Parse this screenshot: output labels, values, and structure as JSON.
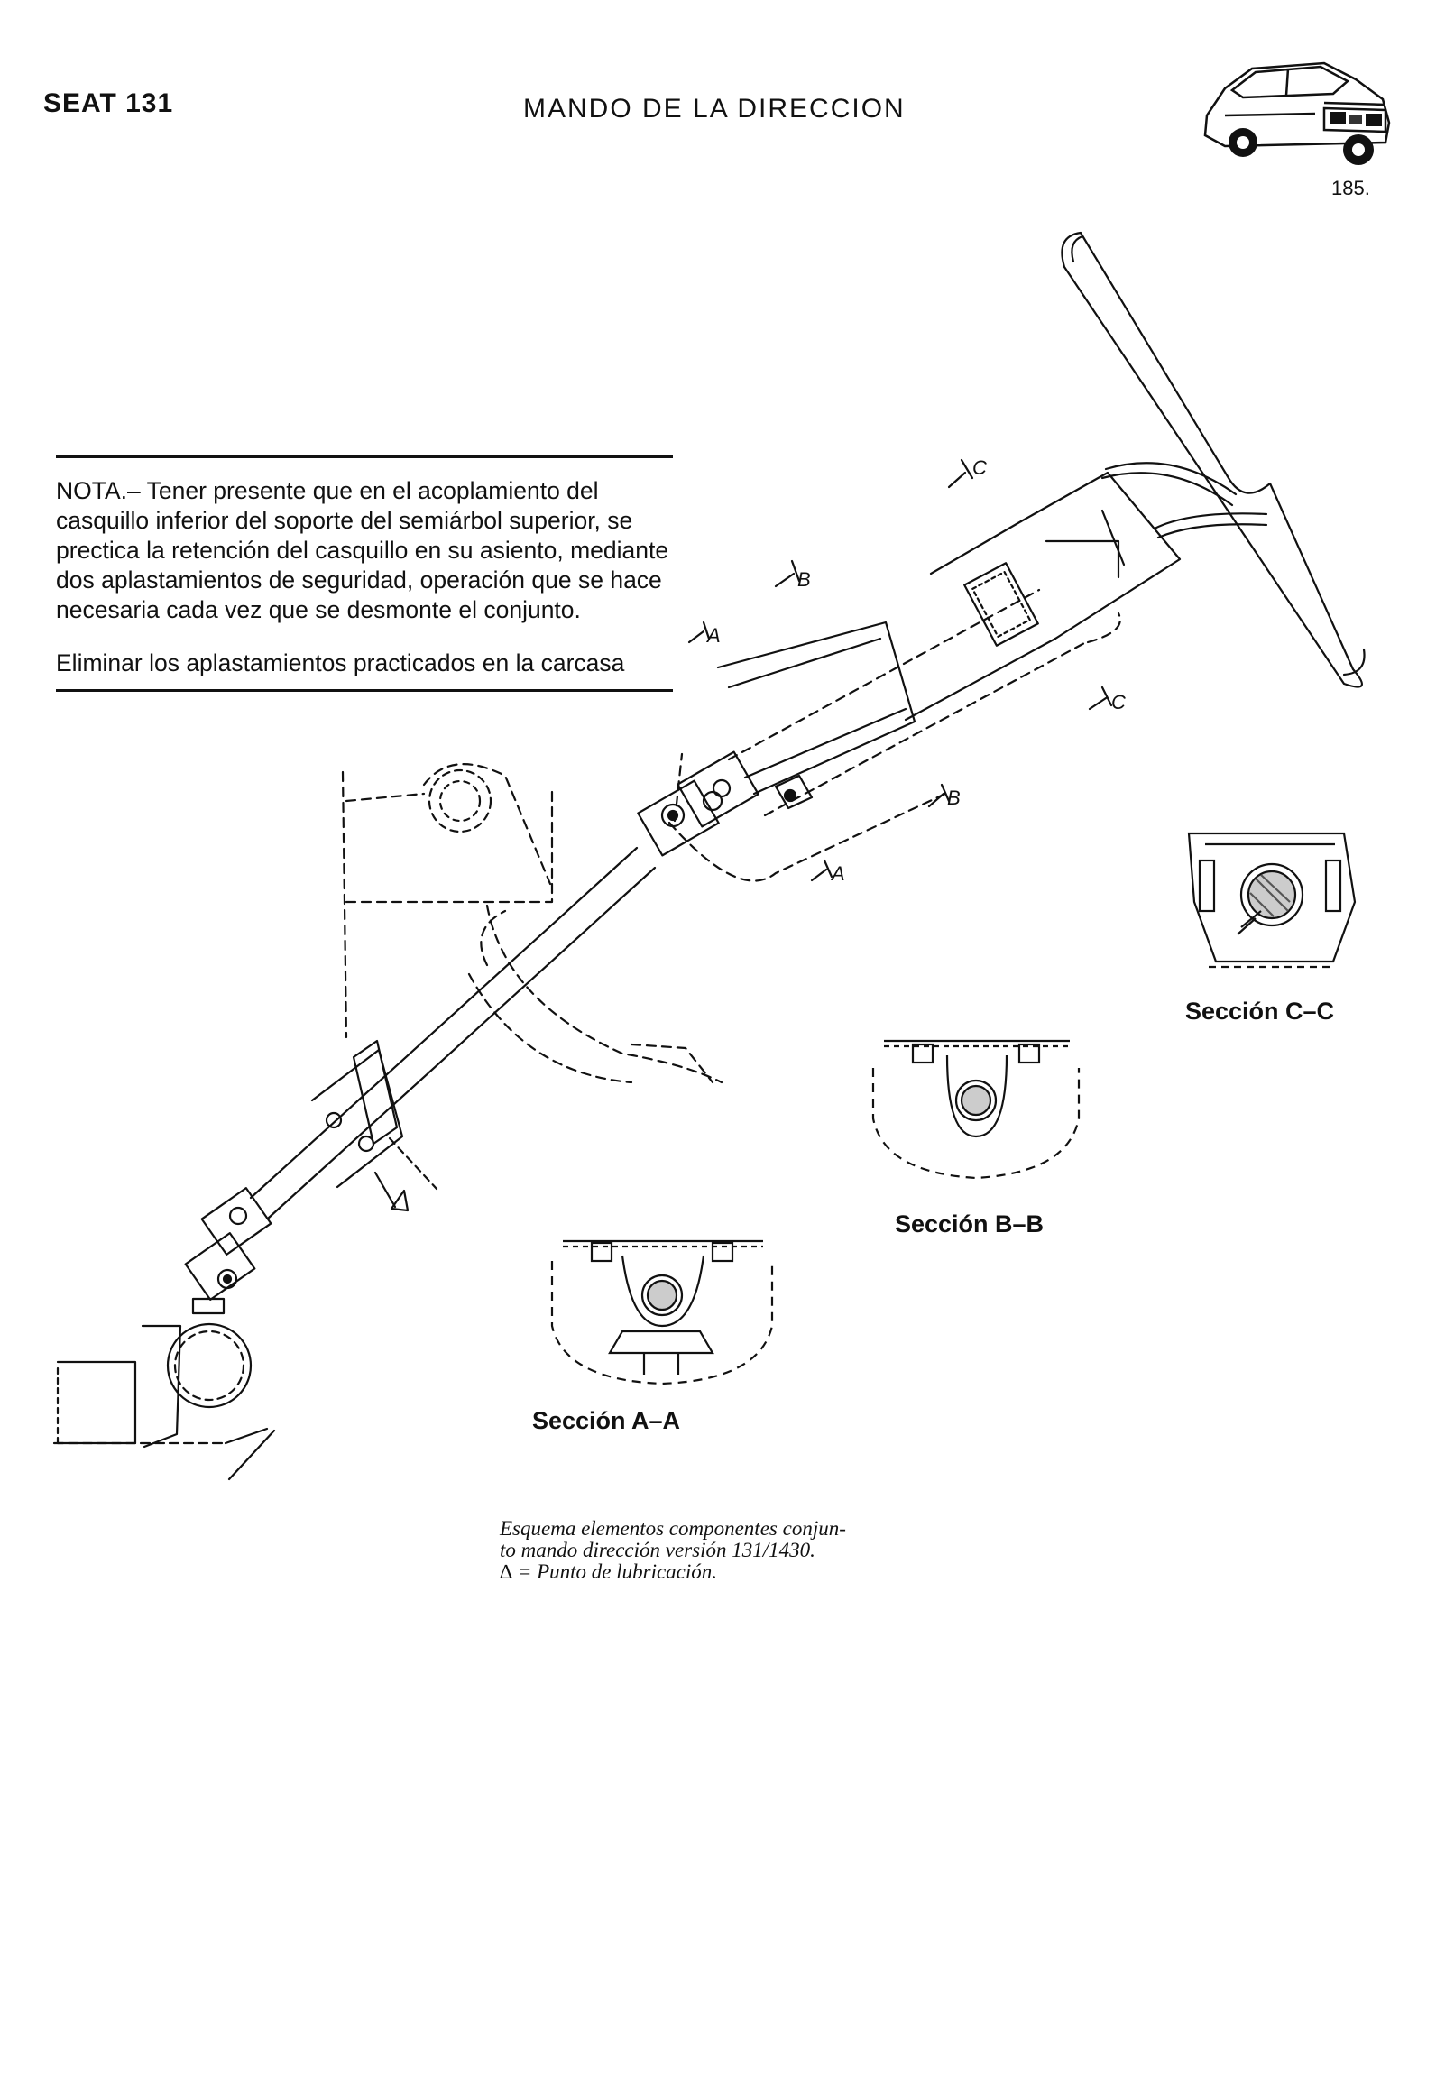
{
  "header": {
    "left": "SEAT 131",
    "title": "MANDO DE LA DIRECCION",
    "page_number": "185."
  },
  "note": {
    "paragraph1": "NOTA.– Tener presente que en el acoplamiento del casquillo inferior del soporte del semiárbol superior, se prectica la retención del casquillo en su asiento, mediante dos aplastamientos de seguridad, operación que se hace necesaria cada vez que se desmonte el conjunto.",
    "paragraph2": "Eliminar los aplastamientos practicados en la carcasa"
  },
  "cut_marks": {
    "a": "A",
    "b": "B",
    "c": "C"
  },
  "sections": {
    "cc": "Sección C–C",
    "bb": "Sección B–B",
    "aa": "Sección A–A"
  },
  "caption": {
    "line1": "Esquema elementos componentes conjun-",
    "line2": "to mando dirección versión 131/1430.",
    "line3": "∆ = Punto de lubricación."
  },
  "icons": {
    "car": "car-illustration-icon",
    "lubrication": "triangle-lubrication-icon"
  }
}
